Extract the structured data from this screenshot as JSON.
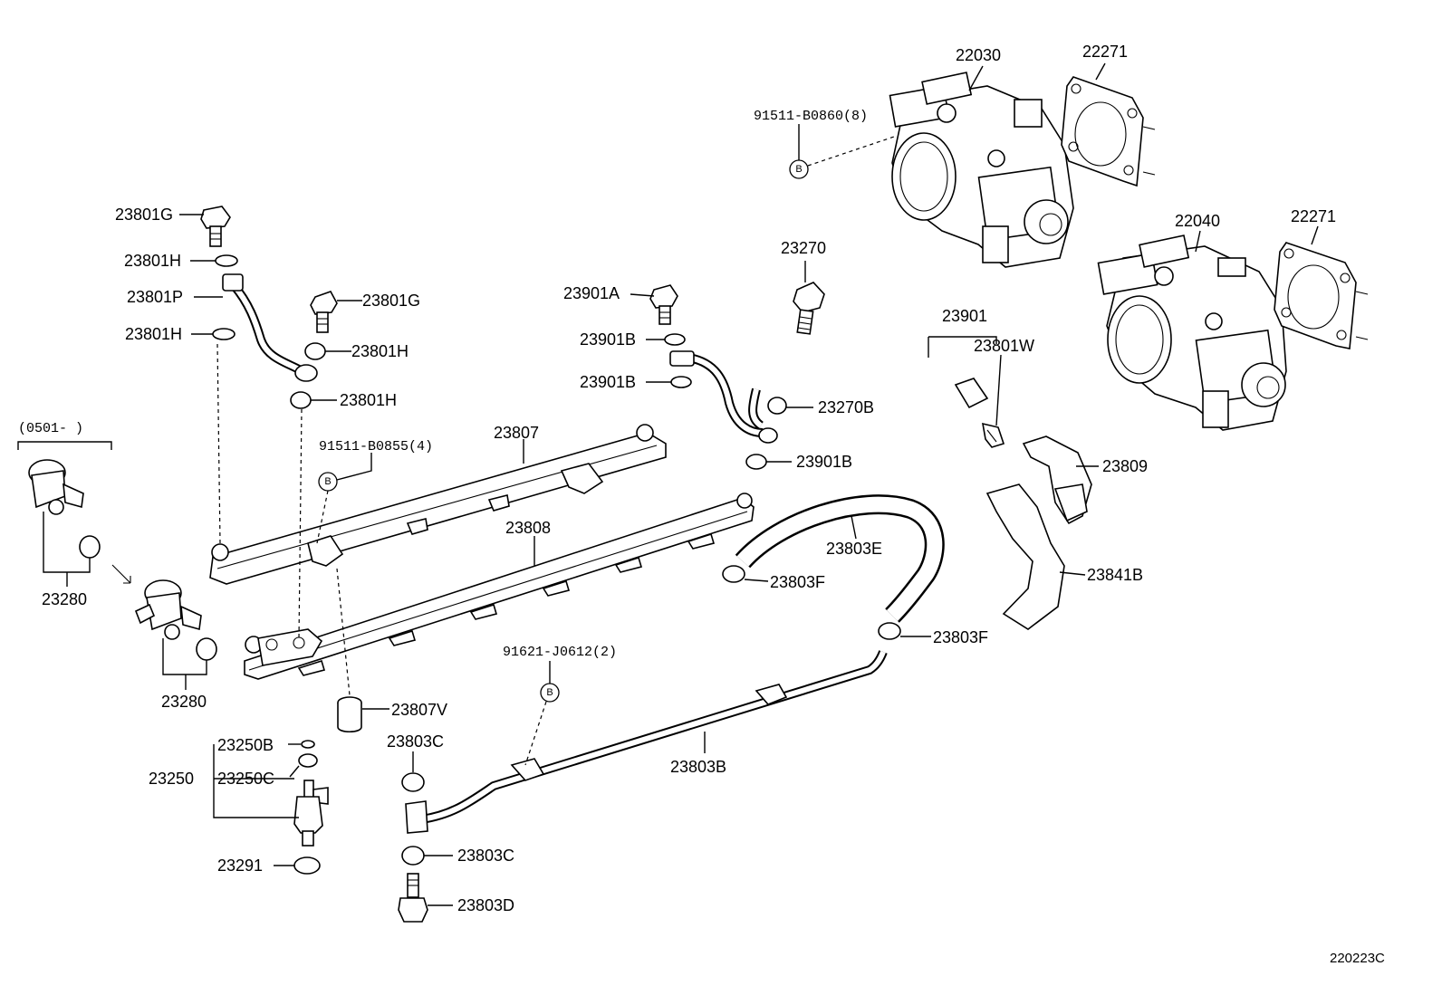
{
  "diagram_id": "220223C",
  "date_range": "(0501-    )",
  "fastener_letter": "B",
  "part_labels": {
    "p22030": "22030",
    "p22271a": "22271",
    "p22040": "22040",
    "p22271b": "22271",
    "p91511_b0860": "91511-B0860(8)",
    "p23270": "23270",
    "p23901": "23901",
    "p23801W": "23801W",
    "p23901A": "23901A",
    "p23901B_1": "23901B",
    "p23901B_2": "23901B",
    "p23270B": "23270B",
    "p23901B_3": "23901B",
    "p23809": "23809",
    "p23841B": "23841B",
    "p23801G_1": "23801G",
    "p23801H_1": "23801H",
    "p23801P": "23801P",
    "p23801H_2": "23801H",
    "p23801G_2": "23801G",
    "p23801H_3": "23801H",
    "p23801H_4": "23801H",
    "p91511_b0855": "91511-B0855(4)",
    "p23807": "23807",
    "p23808": "23808",
    "p23803E": "23803E",
    "p23803F_1": "23803F",
    "p23803F_2": "23803F",
    "p23280_1": "23280",
    "p23280_2": "23280",
    "p91621_j0612": "91621-J0612(2)",
    "p23807V": "23807V",
    "p23803C_1": "23803C",
    "p23803B": "23803B",
    "p23250B": "23250B",
    "p23250": "23250",
    "p23250C": "23250C",
    "p23803C_2": "23803C",
    "p23291": "23291",
    "p23803D": "23803D"
  }
}
